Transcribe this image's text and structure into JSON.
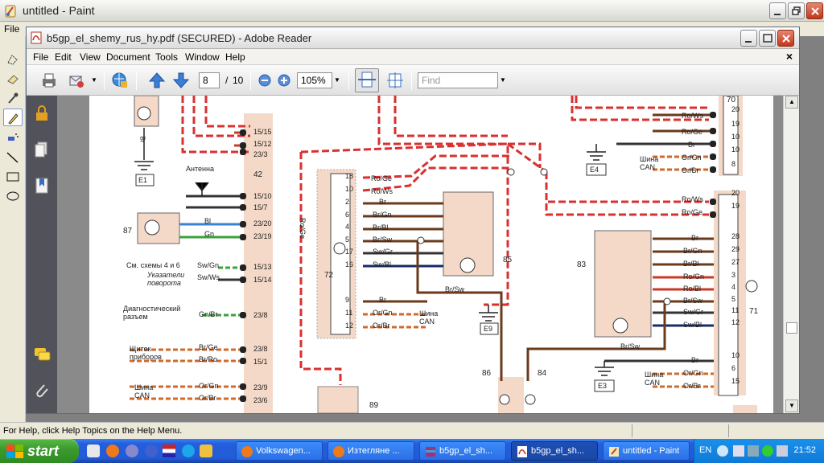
{
  "paint": {
    "title": "untitled - Paint",
    "menu": [
      "File"
    ],
    "status": "For Help, click Help Topics on the Help Menu."
  },
  "reader": {
    "title": "b5gp_el_shemy_rus_hy.pdf (SECURED) - Adobe Reader",
    "menu": [
      "File",
      "Edit",
      "View",
      "Document",
      "Tools",
      "Window",
      "Help"
    ],
    "page_current": "8",
    "page_sep": "/",
    "page_total": "10",
    "zoom": "105%",
    "find_placeholder": "Find"
  },
  "diagram": {
    "labels": {
      "e1": "E1",
      "antenna": "Антенна",
      "c42": "42",
      "c87": "87",
      "bl": "Bl",
      "gn": "Gn",
      "p15_15": "15/15",
      "p15_12": "15/12",
      "p23_3": "23/3",
      "p15_10": "15/10",
      "p15_7": "15/7",
      "p23_20": "23/20",
      "p23_19": "23/19",
      "see_schemes": "См. схемы 4 и 6",
      "indicators": "Указатели поворота",
      "sw_gn": "Sw/Gn",
      "sw_ws": "Sw/Ws",
      "p15_13": "15/13",
      "p15_14": "15/14",
      "diag": "Диагностический разъем",
      "gn_br": "Gn/Br",
      "p23_8": "23/8",
      "cluster": "Щиток приборов",
      "br_ge": "Br/Ge",
      "br_ro": "Br/Ro",
      "p23_8b": "23/8",
      "p15_1": "15/1",
      "can1": "Шина CAN",
      "or_gn": "Or/Gn",
      "or_br": "Or/Br",
      "p23_9": "23/9",
      "p23_6": "23/6",
      "ro_ge_v": "Ro/Ge",
      "c72": "72",
      "pin18": "18",
      "pin10": "10",
      "pin2": "2",
      "pin6": "6",
      "pin4": "4",
      "pin5": "5",
      "pin17": "17",
      "pin16": "16",
      "pin9": "9",
      "pin11": "11",
      "pin12": "12",
      "ro_ge": "Ro/Ge",
      "ro_ws": "Ro/Ws",
      "br": "Br",
      "br_gn": "Br/Gn",
      "br_bl": "Br/Bl",
      "br_sw": "Br/Sw",
      "sw_gr": "Sw/Gr",
      "sw_bl": "Sw/Bl",
      "br2": "Br",
      "or_gn2": "Or/Gn",
      "or_br2": "Or/Br",
      "can2": "Шина CAN",
      "c85": "85",
      "e9": "E9",
      "br_sw_mid": "Br/Sw",
      "c86": "86",
      "c84": "84",
      "c89": "89",
      "c70": "70",
      "ro_ws_r": "Ro/Ws",
      "ro_ge_r": "Ro/Ge",
      "br_r": "Br",
      "or_gn_r": "Or/Gn",
      "or_br_r": "Or/Br",
      "can3": "Шина CAN",
      "e4": "E4",
      "p20": "20",
      "p19": "19",
      "p10": "10",
      "p10b": "10",
      "p8": "8",
      "c83": "83",
      "c71": "71",
      "ro_ws_r2": "Ro/Ws",
      "ro_ge_r2": "Ro/Ge",
      "p20b": "20",
      "p19b": "19",
      "br3": "Br",
      "br_gn3": "Br/Gn",
      "br_bl3": "Br/Bl",
      "ro_gn3": "Ro/Gn",
      "ro_bl3": "Ro/Bl",
      "br_sw3": "Br/Sw",
      "sw_gr3": "Sw/Gr",
      "sw_bl3": "Sw/Bl",
      "p28": "28",
      "p29": "29",
      "p27": "27",
      "p3": "3",
      "p4": "4",
      "p5": "5",
      "p11": "11",
      "p12": "12",
      "br_sw_low": "Br/Sw",
      "e3": "E3",
      "br4": "Br",
      "or_gn4": "Or/Gn",
      "or_br4": "Or/Br",
      "can4": "Шина CAN",
      "p10c": "10",
      "p6": "6",
      "p15": "15",
      "br_v": "Br"
    }
  },
  "taskbar": {
    "start": "start",
    "tasks": [
      "Volkswagen...",
      "Изтегляне ...",
      "b5gp_el_sh...",
      "b5gp_el_sh...",
      "untitled - Paint"
    ],
    "lang": "EN",
    "clock": "21:52"
  }
}
